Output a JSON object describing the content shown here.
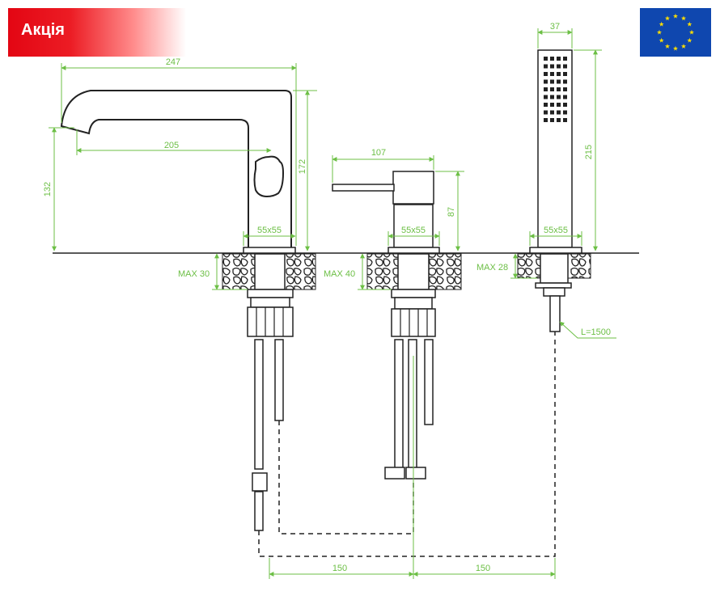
{
  "badge": {
    "label": "Акція"
  },
  "colors": {
    "badge_red": "#e30613",
    "dimension_green": "#6cbf45",
    "eu_blue": "#0f47af",
    "eu_star": "#ffde00",
    "outline": "#222222"
  },
  "icons": {
    "flag": "eu-flag-icon"
  },
  "dimensions": {
    "spout_length": "247",
    "spout_reach": "205",
    "spout_height": "172",
    "outlet_height": "132",
    "spout_base": "55x55",
    "spout_max_thickness": "MAX 30",
    "mixer_lever_length": "107",
    "mixer_height": "87",
    "mixer_base": "55x55",
    "mixer_max_thickness": "MAX 40",
    "shower_width": "37",
    "shower_height": "215",
    "shower_base": "55x55",
    "shower_max_thickness": "MAX 28",
    "hose_length": "L=1500",
    "spacing_left": "150",
    "spacing_right": "150"
  }
}
